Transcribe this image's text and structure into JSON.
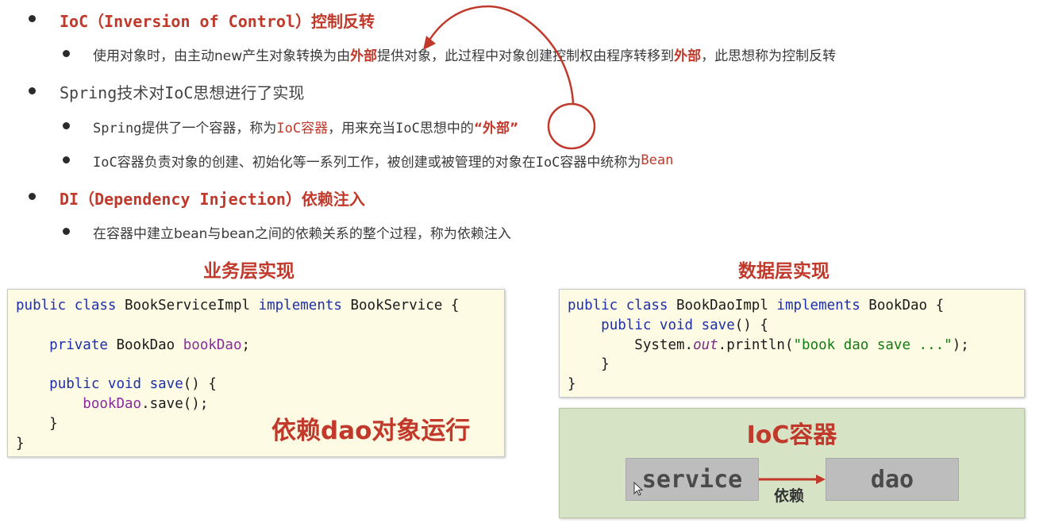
{
  "bullets": {
    "b1": {
      "prefix": "IoC（Inversion of Control）",
      "suffix": "控制反转"
    },
    "b1a": {
      "t1": "使用对象时，由主动new产生对象转换为由",
      "h1": "外部",
      "t2": "提供对象，此过程中对象创建控制权由程序转移到",
      "h2": "外部",
      "t3": "，此思想称为控制反转"
    },
    "b2": {
      "text": "Spring技术对IoC思想进行了实现"
    },
    "b2a": {
      "t1": "Spring提供了一个容器，称为",
      "h1": "IoC容器",
      "t2": "，用来充当IoC思想中的",
      "h2": "“外部”"
    },
    "b2b": {
      "t1": "IoC容器负责对象的创建、初始化等一系列工作，被创建或被管理的对象在IoC容器中统称为",
      "h1": "Bean"
    },
    "b3": {
      "prefix": "DI（Dependency Injection）",
      "suffix": "依赖注入"
    },
    "b3a": {
      "text": "在容器中建立bean与bean之间的依赖关系的整个过程，称为依赖注入"
    }
  },
  "sections": {
    "left_title": "业务层实现",
    "right_title": "数据层实现"
  },
  "code_left": {
    "l1_kw": "public class",
    "l1_name": " BookServiceImpl ",
    "l1_kw2": "implements",
    "l1_end": " BookService {",
    "l2_kw": "private",
    "l2_type": " BookDao ",
    "l2_field": "bookDao",
    "l2_end": ";",
    "l3_kw": "public void",
    "l3_method": "save",
    "l3_end": "() {",
    "l4_field": "bookDao",
    "l4_end": ".save();",
    "l5": "}",
    "l6": "}"
  },
  "code_right": {
    "l1_kw": "public class",
    "l1_name": " BookDaoImpl ",
    "l1_kw2": "implements",
    "l1_end": " BookDao {",
    "l2_kw": "public void",
    "l2_method": "save",
    "l2_end": "() {",
    "l3_a": "System.",
    "l3_out": "out",
    "l3_b": ".println(",
    "l3_str": "\"book dao save ...\"",
    "l3_c": ");",
    "l4": "}",
    "l5": "}"
  },
  "annotation": "依赖dao对象运行",
  "ioc": {
    "title": "IoC容器",
    "service": "service",
    "dao": "dao",
    "arrow_label": "依赖"
  },
  "colors": {
    "accent_red": "#c0392b",
    "keyword_blue": "#1d2fa8",
    "field_purple": "#8b2aa0",
    "code_bg": "#fdfbe4",
    "ioc_bg": "#d7e3c5"
  }
}
